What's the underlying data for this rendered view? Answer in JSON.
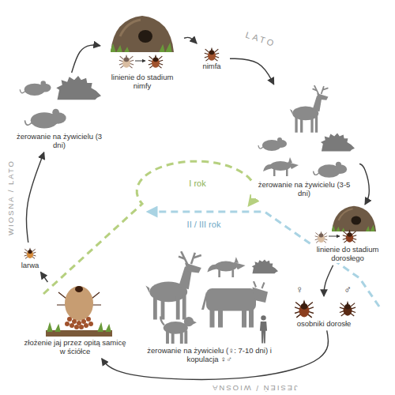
{
  "diagram": {
    "nodes": [
      {
        "text": [
          "linienie do stadium nimfy"
        ]
      },
      {
        "text": [
          "nimfa"
        ]
      },
      {
        "text": [
          "żerowanie na żywicielu (3-5 dni)"
        ]
      },
      {
        "text": [
          "linienie do stadium dorosłego"
        ]
      },
      {
        "text": [
          "osobniki dorosłe"
        ]
      },
      {
        "text": [
          "żerowanie na żywicielu (♀: 7-10 dni) i kopulacja ♀♂"
        ]
      },
      {
        "text": [
          "złożenie jaj przez opitą samicę w ściółce"
        ]
      },
      {
        "text": [
          "larwa"
        ]
      },
      {
        "text": [
          "żerowanie na żywicielu (3 dni)"
        ]
      }
    ],
    "edges": [
      {
        "from": 8,
        "to": 0,
        "arrow": "to"
      },
      {
        "from": 0,
        "to": 1,
        "arrow": "to"
      },
      {
        "from": 1,
        "to": 2,
        "arrow": "to"
      },
      {
        "from": 2,
        "to": 3,
        "arrow": "to"
      },
      {
        "from": 3,
        "to": 4,
        "arrow": "to"
      },
      {
        "from": 4,
        "to": 6,
        "arrow": "to"
      },
      {
        "from": 6,
        "to": 7,
        "arrow": "to"
      },
      {
        "from": 7,
        "to": 8,
        "arrow": "to"
      }
    ],
    "labels": [
      "LATO",
      "WIOSNA / LATO",
      "JESIEŃ / WIOSNA",
      "I rok",
      "II / III rok",
      "♀",
      "♂"
    ]
  }
}
